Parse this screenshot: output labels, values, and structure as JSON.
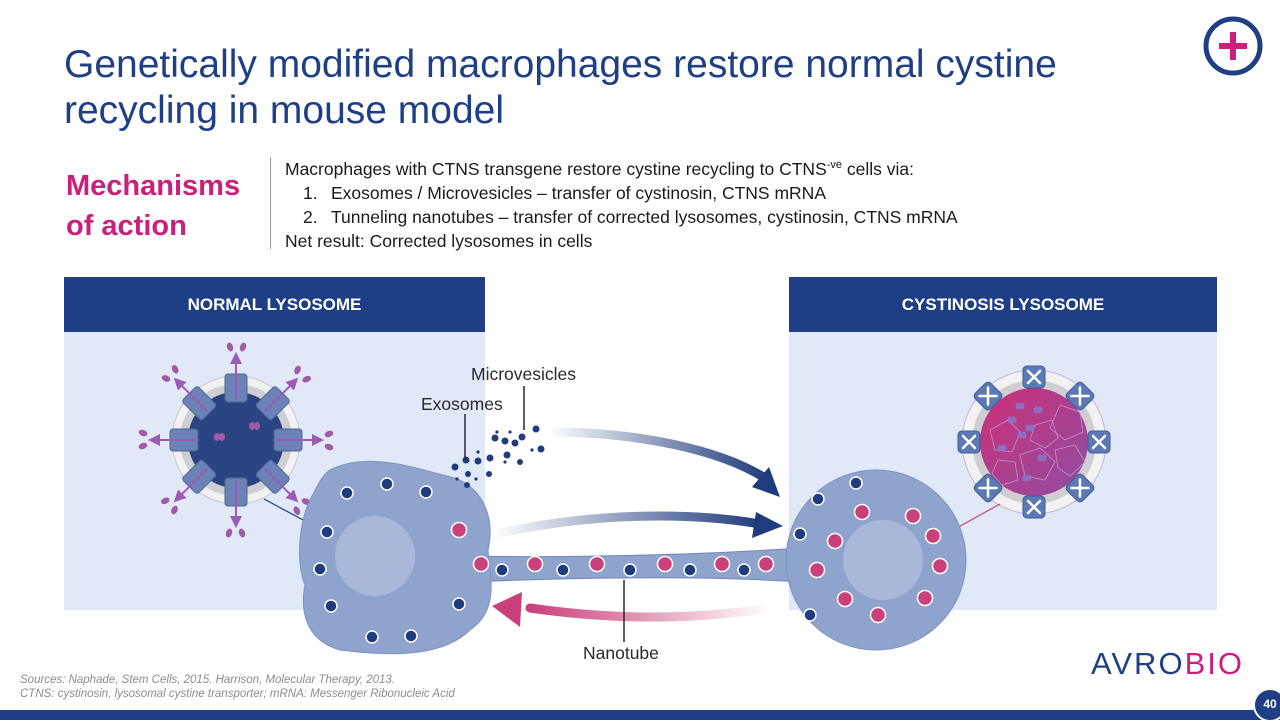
{
  "slide": {
    "title": "Genetically modified macrophages restore normal cystine recycling in mouse model",
    "page_number": "40"
  },
  "mechanisms": {
    "heading_line1": "Mechanisms",
    "heading_line2": "of action",
    "intro_before": "Macrophages with CTNS transgene restore cystine recycling to CTNS",
    "intro_superscript": "-ve",
    "intro_after": " cells via:",
    "items": [
      {
        "num": "1.",
        "text": "Exosomes / Microvesicles – transfer of cystinosin, CTNS mRNA"
      },
      {
        "num": "2.",
        "text": "Tunneling nanotubes – transfer of corrected lysosomes, cystinosin, CTNS mRNA"
      }
    ],
    "net_result": "Net result: Corrected lysosomes in cells"
  },
  "panels": {
    "normal": {
      "label": "NORMAL LYSOSOME"
    },
    "cystinosis": {
      "label": "CYSTINOSIS LYSOSOME"
    }
  },
  "diagram_labels": {
    "microvesicles": "Microvesicles",
    "exosomes": "Exosomes",
    "nanotube": "Nanotube"
  },
  "diagram": {
    "nanotube_vesicles": [
      "pink",
      "navy",
      "pink",
      "navy",
      "pink",
      "navy",
      "pink",
      "navy",
      "pink",
      "navy",
      "pink"
    ],
    "colors": {
      "navy": "#1f3c7d",
      "pink": "#c9407a",
      "cell": "#8fa4cc",
      "nucleus": "#a9b8d8",
      "lysosome_normal": "#2a4482",
      "lysosome_cystinosis": "#b13f86",
      "channel": "#6a82b5"
    }
  },
  "footer": {
    "sources_line1": "Sources: Naphade, Stem Cells, 2015. Harrison, Molecular Therapy, 2013.",
    "sources_line2": "CTNS: cystinosin, lysosomal cystine transporter; mRNA: Messenger Ribonucleic Acid",
    "brand_primary": "AVRO",
    "brand_secondary": "BIO"
  },
  "colors": {
    "brand_navy": "#1e3f85",
    "brand_magenta": "#cc1f7d",
    "panel_bg": "#e1e8f7"
  }
}
